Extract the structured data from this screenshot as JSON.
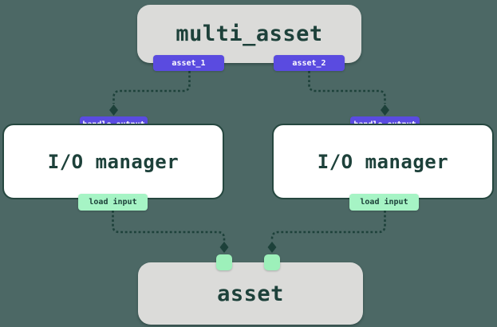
{
  "colors": {
    "background": "#4C6865",
    "card_gray": "#DBDBD9",
    "card_white": "#FFFFFF",
    "ink": "#1D413A",
    "border_green": "#25473F",
    "purple": "#5A4BE0",
    "mint": "#A6F4C5",
    "mint_square": "#9DF0BA"
  },
  "nodes": {
    "multi_asset": {
      "title": "multi_asset",
      "outputs": [
        {
          "label": "asset_1"
        },
        {
          "label": "asset_2"
        }
      ]
    },
    "io_manager_left": {
      "title": "I/O manager",
      "handle_output_label": "handle output",
      "load_input_label": "load input"
    },
    "io_manager_right": {
      "title": "I/O manager",
      "handle_output_label": "handle output",
      "load_input_label": "load input"
    },
    "asset": {
      "title": "asset"
    }
  }
}
